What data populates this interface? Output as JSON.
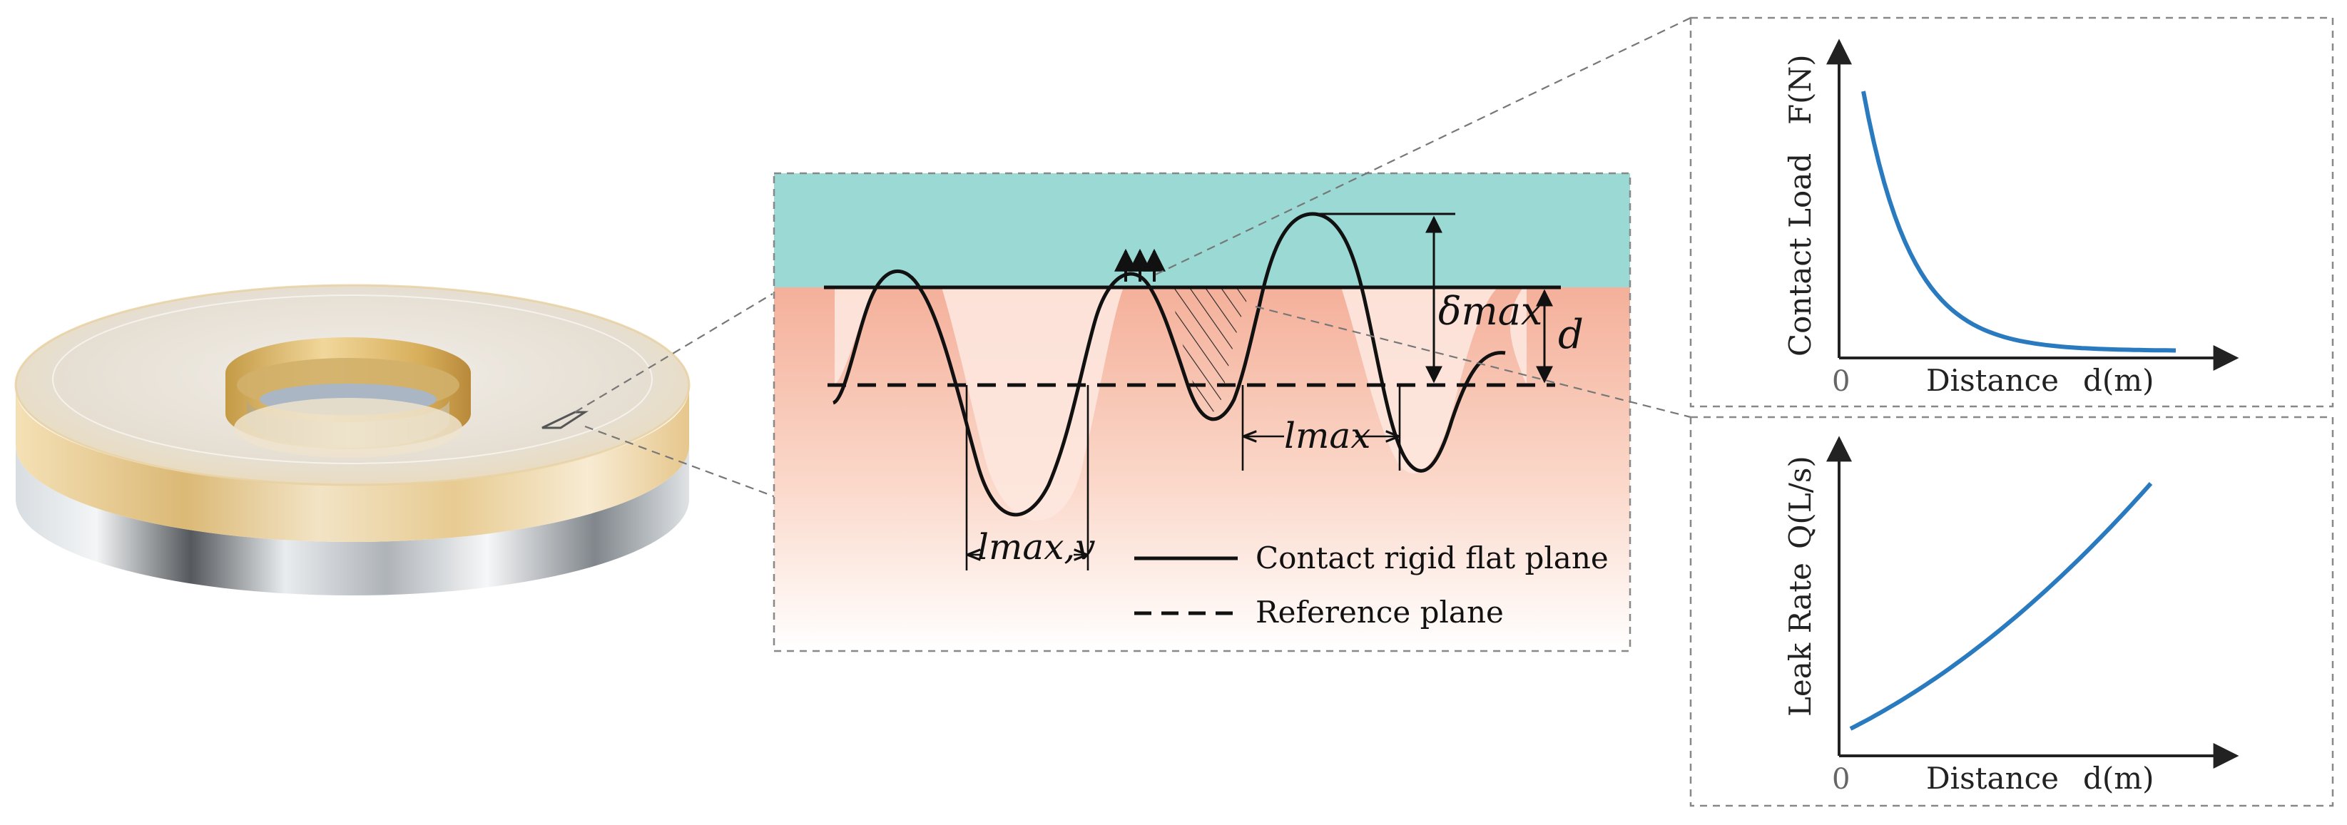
{
  "profile_panel": {
    "delta_max_label": "δmax",
    "d_label": "d",
    "lmax_label": "lmax",
    "lmaxv_label": "lmax,v",
    "legend": {
      "solid_label": "Contact rigid flat plane",
      "dashed_label": "Reference plane"
    },
    "colors": {
      "rigid_plane": "#9ad9d4",
      "substrate_top": "#f4b09a",
      "substrate_bottom": "#ffffff",
      "line": "#111111"
    }
  },
  "load_chart": {
    "ylabel_main": "Contact Load",
    "ylabel_unit": "F(N)",
    "xlabel_main": "Distance",
    "xlabel_unit": "d(m)",
    "origin_label": "0",
    "curve_color": "#2a7abf"
  },
  "leak_chart": {
    "ylabel_main": "Leak Rate",
    "ylabel_unit": "Q(L/s)",
    "xlabel_main": "Distance",
    "xlabel_unit": "d(m)",
    "origin_label": "0",
    "curve_color": "#2a7abf"
  },
  "ring": {
    "colors": {
      "top_face": "#e8e2d6",
      "gold_band": "#e8c98f",
      "steel": "#a6adb4"
    }
  }
}
